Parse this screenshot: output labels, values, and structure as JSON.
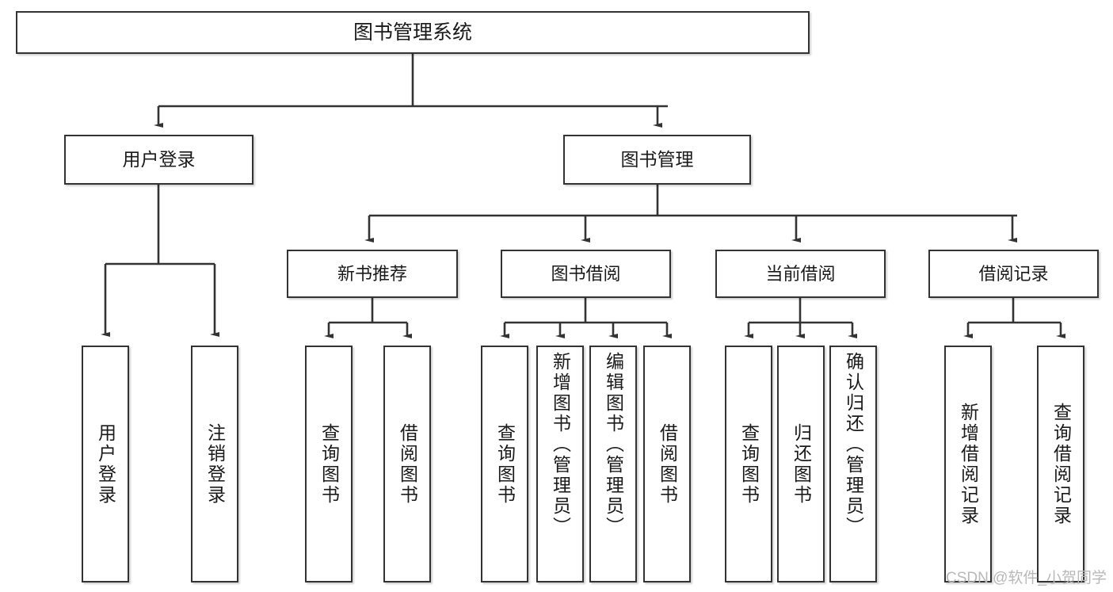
{
  "diagram": {
    "title": "图书管理系统",
    "type": "hierarchy-tree",
    "root": {
      "id": "root",
      "label": "图书管理系统"
    },
    "level2": [
      {
        "id": "user-login",
        "label": "用户登录"
      },
      {
        "id": "book-management",
        "label": "图书管理"
      }
    ],
    "level3": [
      {
        "id": "new-book-recommend",
        "label": "新书推荐",
        "parent": "book-management"
      },
      {
        "id": "book-borrow",
        "label": "图书借阅",
        "parent": "book-management"
      },
      {
        "id": "current-borrow",
        "label": "当前借阅",
        "parent": "book-management"
      },
      {
        "id": "borrow-record",
        "label": "借阅记录",
        "parent": "book-management"
      }
    ],
    "leaves": [
      {
        "id": "leaf-user-login",
        "label": "用户登录",
        "parent": "user-login"
      },
      {
        "id": "leaf-logout-login",
        "label": "注销登录",
        "parent": "user-login"
      },
      {
        "id": "leaf-query-book-1",
        "label": "查询图书",
        "parent": "new-book-recommend"
      },
      {
        "id": "leaf-borrow-book-1",
        "label": "借阅图书",
        "parent": "new-book-recommend"
      },
      {
        "id": "leaf-query-book-2",
        "label": "查询图书",
        "parent": "book-borrow"
      },
      {
        "id": "leaf-add-book",
        "label": "新增图书（管理员）",
        "parent": "book-borrow"
      },
      {
        "id": "leaf-edit-book",
        "label": "编辑图书（管理员）",
        "parent": "book-borrow"
      },
      {
        "id": "leaf-borrow-book-2",
        "label": "借阅图书",
        "parent": "book-borrow"
      },
      {
        "id": "leaf-query-book-3",
        "label": "查询图书",
        "parent": "current-borrow"
      },
      {
        "id": "leaf-return-book",
        "label": "归还图书",
        "parent": "current-borrow"
      },
      {
        "id": "leaf-confirm-return",
        "label": "确认归还（管理员）",
        "parent": "current-borrow"
      },
      {
        "id": "leaf-add-record",
        "label": "新增借阅记录",
        "parent": "borrow-record"
      },
      {
        "id": "leaf-query-record",
        "label": "查询借阅记录",
        "parent": "borrow-record"
      }
    ],
    "colors": {
      "stroke": "#333333",
      "fill": "#ffffff",
      "text": "#1a1a1a",
      "watermark": "#b8b8b8"
    }
  },
  "watermark": {
    "text": "CSDN @软件_小贺同学"
  }
}
